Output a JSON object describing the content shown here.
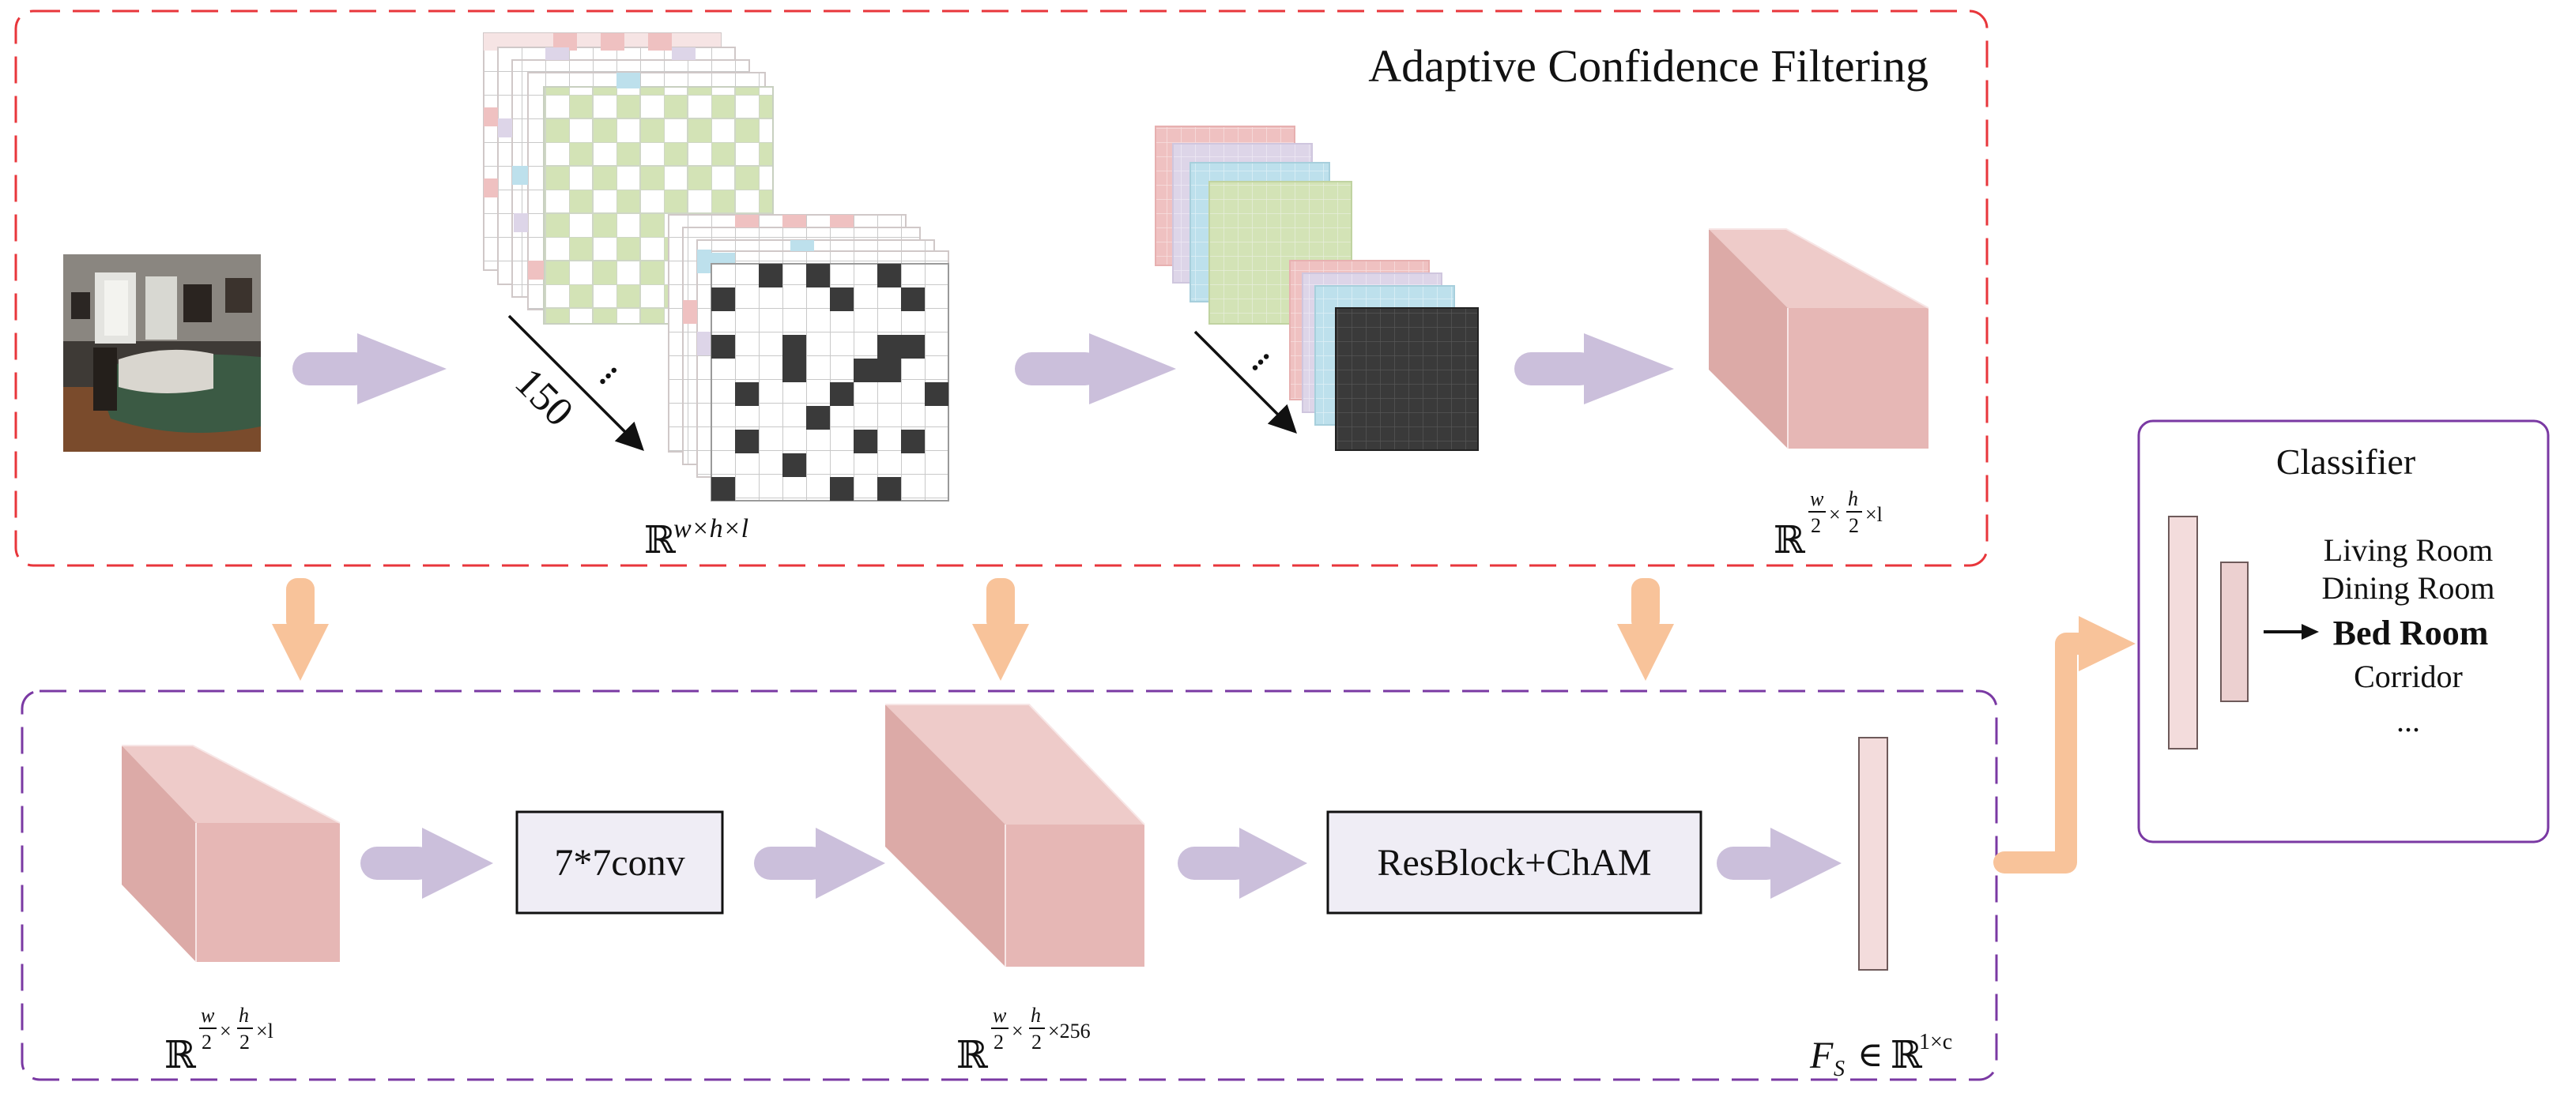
{
  "title": "Adaptive Confidence Filtering",
  "count_label": "150",
  "ellipsis": "...",
  "boxes": {
    "conv": "7*7conv",
    "resblock": "ResBlock+ChAM"
  },
  "classifier": {
    "title": "Classifier",
    "classes": [
      "Living Room",
      "Dining Room",
      "Bed Room",
      "Corridor",
      "..."
    ],
    "selected": "Bed Room"
  },
  "dims": {
    "input": {
      "R": "ℝ",
      "sup": "w×h×l"
    },
    "top_cube": {
      "R": "ℝ",
      "w": "w",
      "h": "h",
      "two": "2",
      "times": "×",
      "tail": "×l"
    },
    "bottom_cube1": {
      "R": "ℝ",
      "w": "w",
      "h": "h",
      "two": "2",
      "times": "×",
      "tail": "×l"
    },
    "bottom_cube2": {
      "R": "ℝ",
      "w": "w",
      "h": "h",
      "two": "2",
      "times": "×",
      "tail": "×256"
    },
    "feature": {
      "F": "F",
      "sub": "S",
      "in": "∈",
      "R": "ℝ",
      "sup": "1×c"
    }
  },
  "colors": {
    "top_frame": "#e8363b",
    "bottom_frame": "#7a39a3",
    "classifier_frame": "#7a39a3",
    "cube_front": "#e6b7b5",
    "cube_top": "#eecbc9",
    "cube_side": "#dcaaa7",
    "arrow_lilac": "#cbbfdb",
    "arrow_orange": "#f8c39a",
    "grid_green": "#d3e3b6",
    "grid_blue": "#bde0ec",
    "grid_pink": "#efc1c1",
    "grid_lilac": "#ddd5e8",
    "dark_cell": "#3a3a3a",
    "box_fill": "#efedf5"
  }
}
